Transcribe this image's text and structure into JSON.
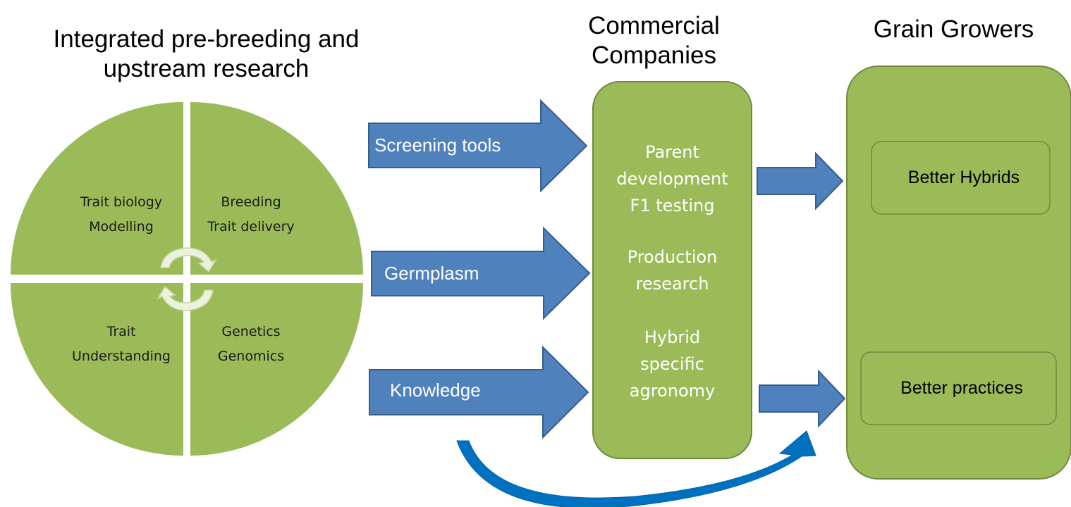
{
  "headings": {
    "research": [
      "Integrated pre-breeding and",
      "upstream research"
    ],
    "companies": [
      "Commercial",
      "Companies"
    ],
    "growers": "Grain Growers"
  },
  "quadrants": {
    "top_left": [
      "Trait biology",
      "Modelling"
    ],
    "top_right": [
      "Breeding",
      "Trait delivery"
    ],
    "bottom_left": [
      "Trait",
      "Understanding"
    ],
    "bottom_right": [
      "Genetics",
      "Genomics"
    ]
  },
  "inputs": [
    "Screening tools",
    "Germplasm",
    "Knowledge"
  ],
  "company_activities": {
    "first": [
      "Parent",
      "development",
      "F1 testing"
    ],
    "second": [
      "Production",
      "research"
    ],
    "third": [
      "Hybrid",
      "specific",
      "agronomy"
    ]
  },
  "outcomes": [
    "Better Hybrids",
    "Better practices"
  ],
  "colors": {
    "green_fill": "#9bbb59",
    "green_stroke": "#71893f",
    "arrow_fill": "#4f81bd",
    "arrow_stroke": "#385d8a",
    "curve_arrow": "#0070c0"
  }
}
